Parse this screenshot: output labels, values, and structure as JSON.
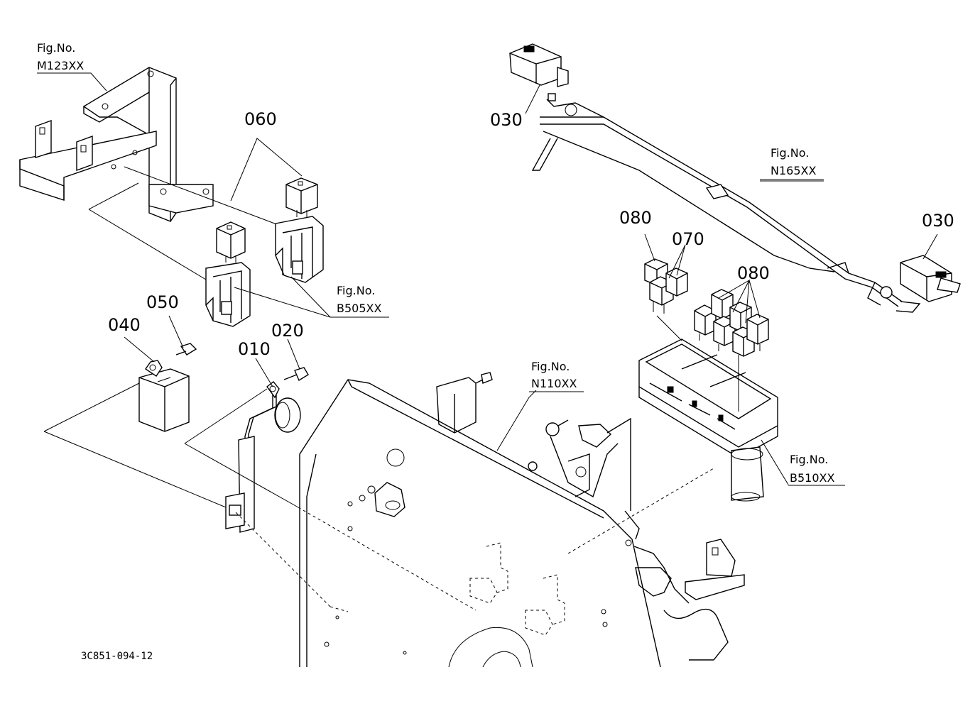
{
  "part_numbers": {
    "p010": "010",
    "p020": "020",
    "p030_left": "030",
    "p030_right": "030",
    "p040": "040",
    "p050": "050",
    "p060": "060",
    "p070": "070",
    "p080_top": "080",
    "p080_right": "080"
  },
  "figure_refs": [
    {
      "fig": "Fig.No.",
      "code": "M123XX"
    },
    {
      "fig": "Fig.No.",
      "code": "B505XX"
    },
    {
      "fig": "Fig.No.",
      "code": "N165XX"
    },
    {
      "fig": "Fig.No.",
      "code": "N110XX"
    },
    {
      "fig": "Fig.No.",
      "code": "B510XX"
    }
  ],
  "drawing_code": "3C851-094-12"
}
